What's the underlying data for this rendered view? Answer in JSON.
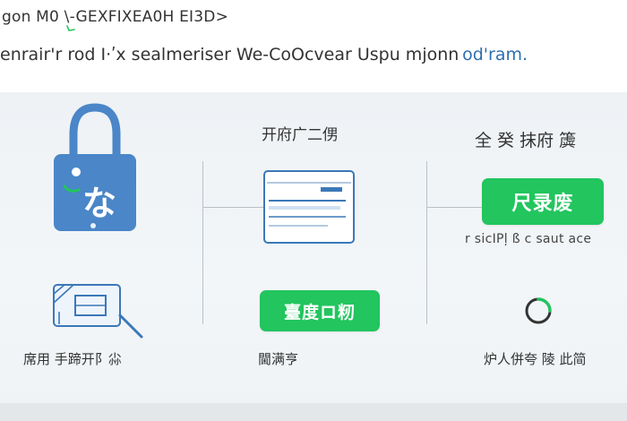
{
  "header": {
    "line1": "gon M0 \\-GEXFIXEA0H EI3D>",
    "line2_main": "enrair'r rod I·ʹх sealmeriser  We-CoOcvear Uspu mjonn",
    "line2_accent": " od'ram."
  },
  "columns": {
    "left": {
      "lock_glyph": "な",
      "caption": "席用 手蹄开阝尛",
      "lock_icon": "lock-icon",
      "card_search_icon": "card-search-icon"
    },
    "middle": {
      "title": "开府广二侽",
      "button_label": "臺度ロ籾",
      "caption": "閫满亨",
      "document_icon": "document-icon"
    },
    "right": {
      "title": "全 癸 抹府 簴",
      "button_label": "尺录废",
      "subcaption": "r  sicIPļ ß c saut ace",
      "caption": "炉人併夸 陵 此简",
      "loading_icon": "loading-ring-icon"
    }
  },
  "colors": {
    "accent_green": "#22c55e",
    "lock_blue": "#4a86c8",
    "link_blue": "#2f6fae"
  }
}
